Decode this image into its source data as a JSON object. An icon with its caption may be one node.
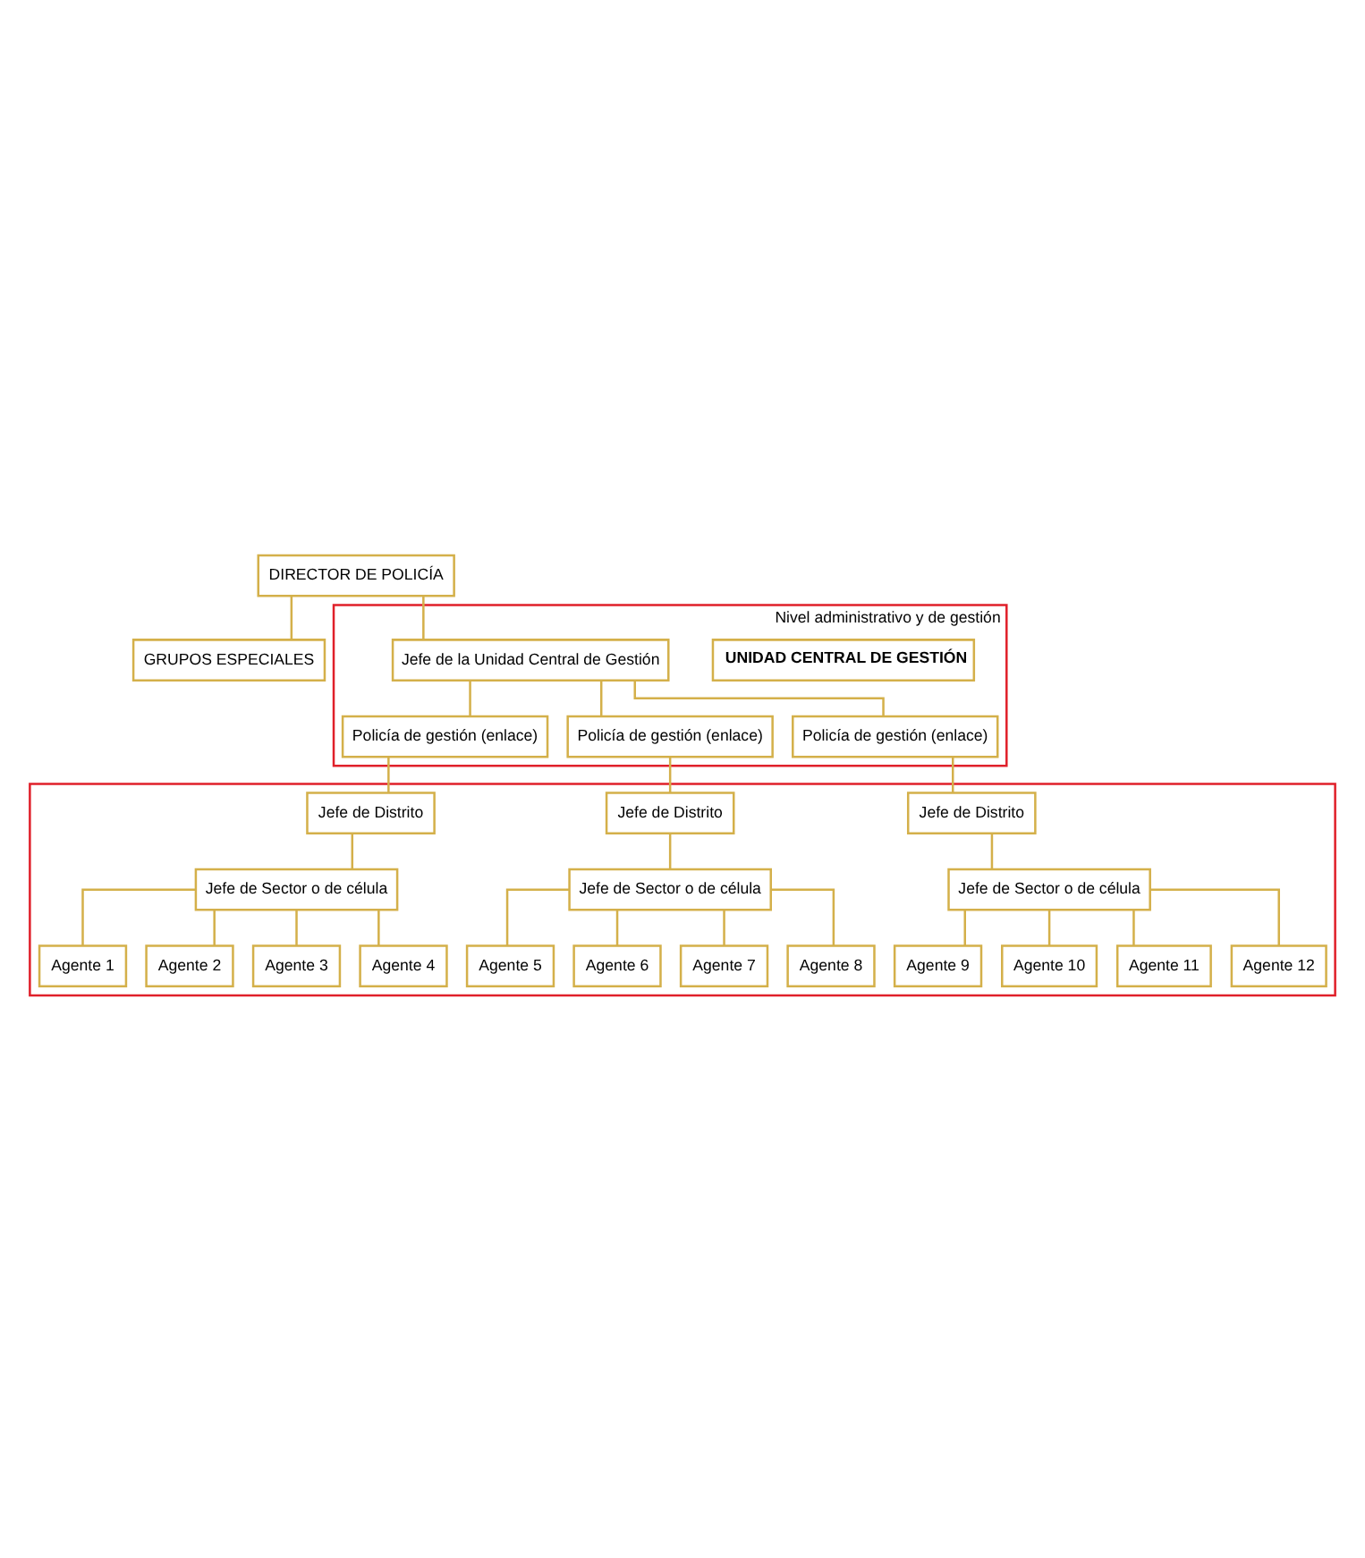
{
  "diagram": {
    "nodes": [
      {
        "text": [
          "DIRECTOR DE POLICÍA"
        ]
      },
      {
        "text": [
          "GRUPOS ESPECIALES"
        ]
      },
      {
        "text": [
          "Nivel administrativo y de gestión"
        ]
      },
      {
        "text": [
          "UNIDAD CENTRAL DE GESTIÓN"
        ],
        "in": 2
      },
      {
        "text": [
          "Jefe de la Unidad Central de Gestión"
        ],
        "in": 2
      },
      {
        "text": [
          "Policía de gestión (enlace)"
        ],
        "in": 2
      },
      {
        "text": [
          "Policía de gestión (enlace)"
        ],
        "in": 2
      },
      {
        "text": [
          "Policía de gestión (enlace)"
        ],
        "in": 2
      },
      {
        "text": [],
        "shape": "box"
      },
      {
        "text": [
          "Jefe de Distrito"
        ],
        "in": 8
      },
      {
        "text": [
          "Jefe de Distrito"
        ],
        "in": 8
      },
      {
        "text": [
          "Jefe de Distrito"
        ],
        "in": 8
      },
      {
        "text": [
          "Jefe de Sector o de célula"
        ],
        "in": 8
      },
      {
        "text": [
          "Jefe de Sector o de célula"
        ],
        "in": 8
      },
      {
        "text": [
          "Jefe de Sector o de célula"
        ],
        "in": 8
      },
      {
        "text": [
          "Agente 1"
        ],
        "in": 8
      },
      {
        "text": [
          "Agente 2"
        ],
        "in": 8
      },
      {
        "text": [
          "Agente 3"
        ],
        "in": 8
      },
      {
        "text": [
          "Agente 4"
        ],
        "in": 8
      },
      {
        "text": [
          "Agente 5"
        ],
        "in": 8
      },
      {
        "text": [
          "Agente 6"
        ],
        "in": 8
      },
      {
        "text": [
          "Agente 7"
        ],
        "in": 8
      },
      {
        "text": [
          "Agente 8"
        ],
        "in": 8
      },
      {
        "text": [
          "Agente 9"
        ],
        "in": 8
      },
      {
        "text": [
          "Agente 10"
        ],
        "in": 8
      },
      {
        "text": [
          "Agente 11"
        ],
        "in": 8
      },
      {
        "text": [
          "Agente 12"
        ],
        "in": 8
      }
    ],
    "edges": [
      {
        "from": 0,
        "to": 4,
        "arrow": "none"
      },
      {
        "from": 0,
        "to": 1,
        "arrow": "none"
      },
      {
        "from": 4,
        "to": 5,
        "arrow": "none"
      },
      {
        "from": 4,
        "to": 6,
        "arrow": "none"
      },
      {
        "from": 4,
        "to": 7,
        "arrow": "none"
      },
      {
        "from": 5,
        "to": 9,
        "arrow": "none"
      },
      {
        "from": 6,
        "to": 10,
        "arrow": "none"
      },
      {
        "from": 7,
        "to": 11,
        "arrow": "none"
      },
      {
        "from": 9,
        "to": 12,
        "arrow": "none"
      },
      {
        "from": 10,
        "to": 13,
        "arrow": "none"
      },
      {
        "from": 11,
        "to": 14,
        "arrow": "none"
      },
      {
        "from": 12,
        "to": 15,
        "arrow": "none"
      },
      {
        "from": 12,
        "to": 16,
        "arrow": "none"
      },
      {
        "from": 12,
        "to": 17,
        "arrow": "none"
      },
      {
        "from": 12,
        "to": 18,
        "arrow": "none"
      },
      {
        "from": 13,
        "to": 19,
        "arrow": "none"
      },
      {
        "from": 13,
        "to": 20,
        "arrow": "none"
      },
      {
        "from": 13,
        "to": 21,
        "arrow": "none"
      },
      {
        "from": 13,
        "to": 22,
        "arrow": "none"
      },
      {
        "from": 14,
        "to": 23,
        "arrow": "none"
      },
      {
        "from": 14,
        "to": 24,
        "arrow": "none"
      },
      {
        "from": 14,
        "to": 25,
        "arrow": "none"
      },
      {
        "from": 14,
        "to": 26,
        "arrow": "none"
      }
    ]
  }
}
